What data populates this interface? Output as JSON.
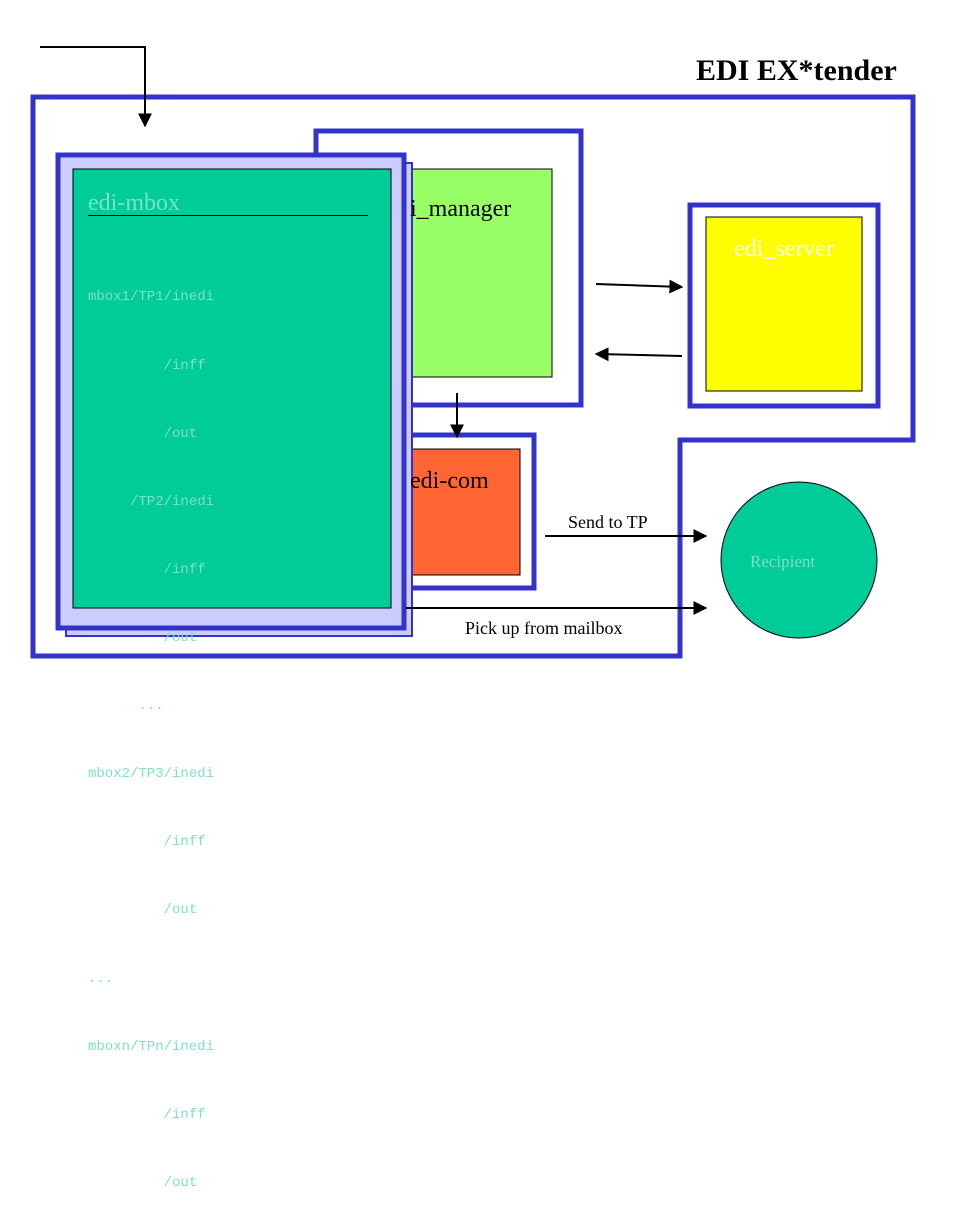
{
  "title": "EDI EX*tender",
  "edi_manager": {
    "label": "i_manager",
    "fill": "#99ff66"
  },
  "edi_server": {
    "label": "edi_server",
    "fill": "#ffff00"
  },
  "edi_com": {
    "label": "edi-com",
    "fill": "#ff6633"
  },
  "recipient": {
    "label": "Recipient",
    "fill": "#00cc99"
  },
  "mbox": {
    "title": "edi-mbox",
    "fill": "#00cc99",
    "lines": [
      "mbox1/TP1/inedi",
      "         /inff",
      "         /out",
      "     /TP2/inedi",
      "         /inff",
      "         /out",
      "      ...",
      "mbox2/TP3/inedi",
      "         /inff",
      "         /out",
      "...",
      "mboxn/TPn/inedi",
      "         /inff",
      "         /out"
    ]
  },
  "arrows": {
    "send": "Send to TP",
    "pickup": "Pick up from mailbox"
  },
  "colors": {
    "frame_blue": "#3333cc",
    "mbox_shadow": "#ccccff"
  }
}
